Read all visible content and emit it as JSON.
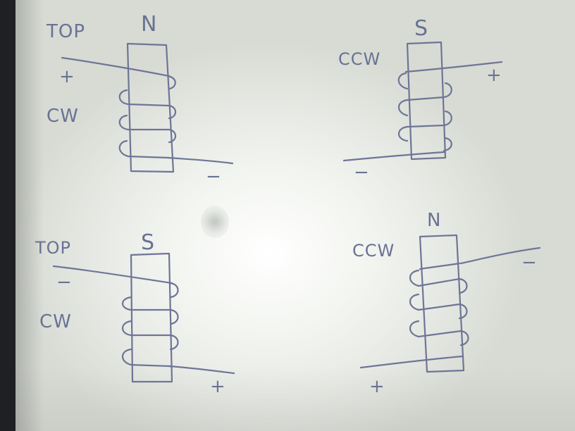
{
  "colors": {
    "ink": "#6e7596",
    "paper": "#f4f6f2",
    "background": "#1e2024"
  },
  "coils": [
    {
      "position": "top-left",
      "pole": "N",
      "winding_label": "CW",
      "top_label": "TOP",
      "top_lead_sign": "+",
      "bottom_lead_sign": "−"
    },
    {
      "position": "top-right",
      "pole": "S",
      "winding_label": "CCW",
      "top_label": "",
      "top_lead_sign": "+",
      "bottom_lead_sign": "−"
    },
    {
      "position": "bottom-left",
      "pole": "S",
      "winding_label": "CW",
      "top_label": "TOP",
      "top_lead_sign": "−",
      "bottom_lead_sign": "+"
    },
    {
      "position": "bottom-right",
      "pole": "N",
      "winding_label": "CCW",
      "top_label": "",
      "top_lead_sign": "−",
      "bottom_lead_sign": "+"
    }
  ]
}
